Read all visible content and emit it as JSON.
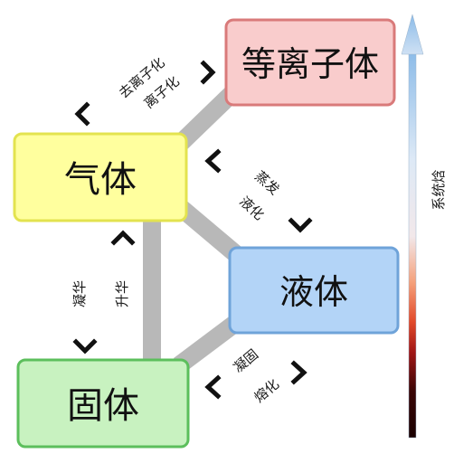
{
  "states": {
    "plasma": "等离子体",
    "gas": "气体",
    "liquid": "液体",
    "solid": "固体"
  },
  "transitions": {
    "deionization": "去离子化",
    "ionization": "离子化",
    "evaporation": "蒸发",
    "condensation": "液化",
    "deposition": "凝华",
    "sublimation": "升华",
    "freezing": "凝固",
    "melting": "熔化"
  },
  "axis": {
    "label": "系统焓"
  },
  "colors": {
    "plasma_fill": "#f9cccc",
    "plasma_border": "#d97a7a",
    "gas_fill": "#ffff9e",
    "gas_border": "#e3e34f",
    "liquid_fill": "#b3d4f7",
    "liquid_border": "#6fa3d9",
    "solid_fill": "#c8f2c0",
    "solid_border": "#5cbf5c",
    "connector": "#b8b8b8",
    "chevron": "#111111"
  }
}
